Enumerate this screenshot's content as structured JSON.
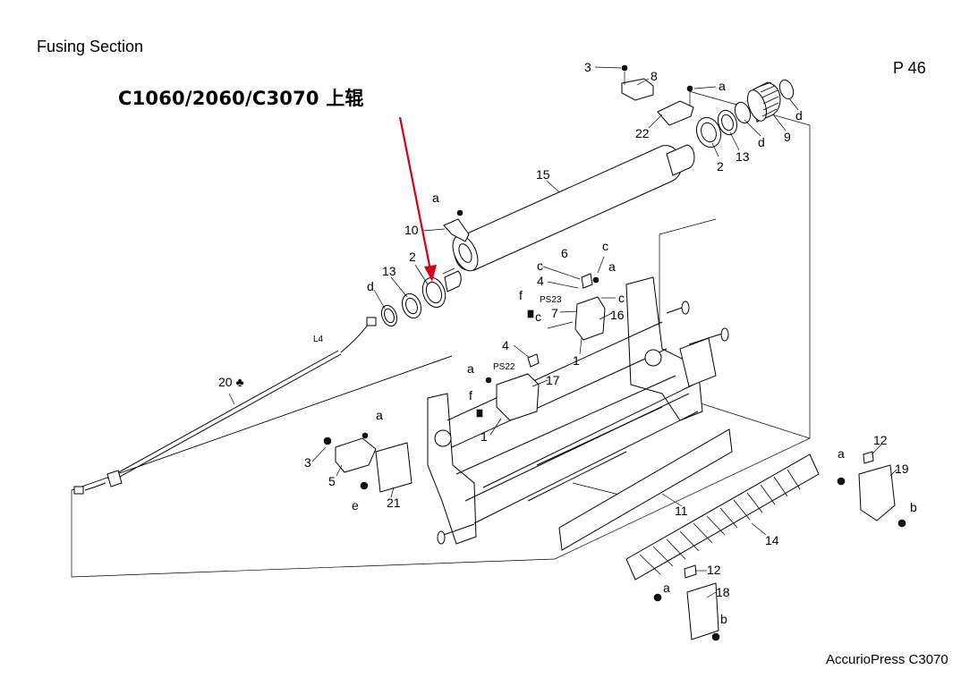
{
  "header": {
    "title": "Fusing Section",
    "page": "P 46"
  },
  "annotation": {
    "text": "C1060/2060/C3070 上辊",
    "arrow_color": "#d0021b",
    "target_part": "2"
  },
  "footer": {
    "model": "AccurioPress C3070"
  },
  "callouts": {
    "c1": "1",
    "c1b": "1",
    "c2a": "2",
    "c2b": "2",
    "c3a": "3",
    "c3b": "3",
    "c4a": "4",
    "c4b": "4",
    "c5": "5",
    "c6": "6",
    "c7": "7",
    "c8": "8",
    "c9": "9",
    "c10": "10",
    "c11": "11",
    "c12a": "12",
    "c12b": "12",
    "c13a": "13",
    "c13b": "13",
    "c14": "14",
    "c15": "15",
    "c16": "16",
    "c17": "17",
    "c18": "18",
    "c19": "19",
    "c20": "20 ♣",
    "c21": "21",
    "c22": "22",
    "a1": "a",
    "a2": "a",
    "a3": "a",
    "a4": "a",
    "a5": "a",
    "a6": "a",
    "a7": "a",
    "b1": "b",
    "b2": "b",
    "cc1": "c",
    "cc2": "c",
    "cc3": "c",
    "cc4": "c",
    "d1": "d",
    "d2": "d",
    "d3": "d",
    "e1": "e",
    "f1": "f",
    "f2": "f",
    "ps22": "PS22",
    "ps23": "PS23",
    "l4": "L4"
  }
}
